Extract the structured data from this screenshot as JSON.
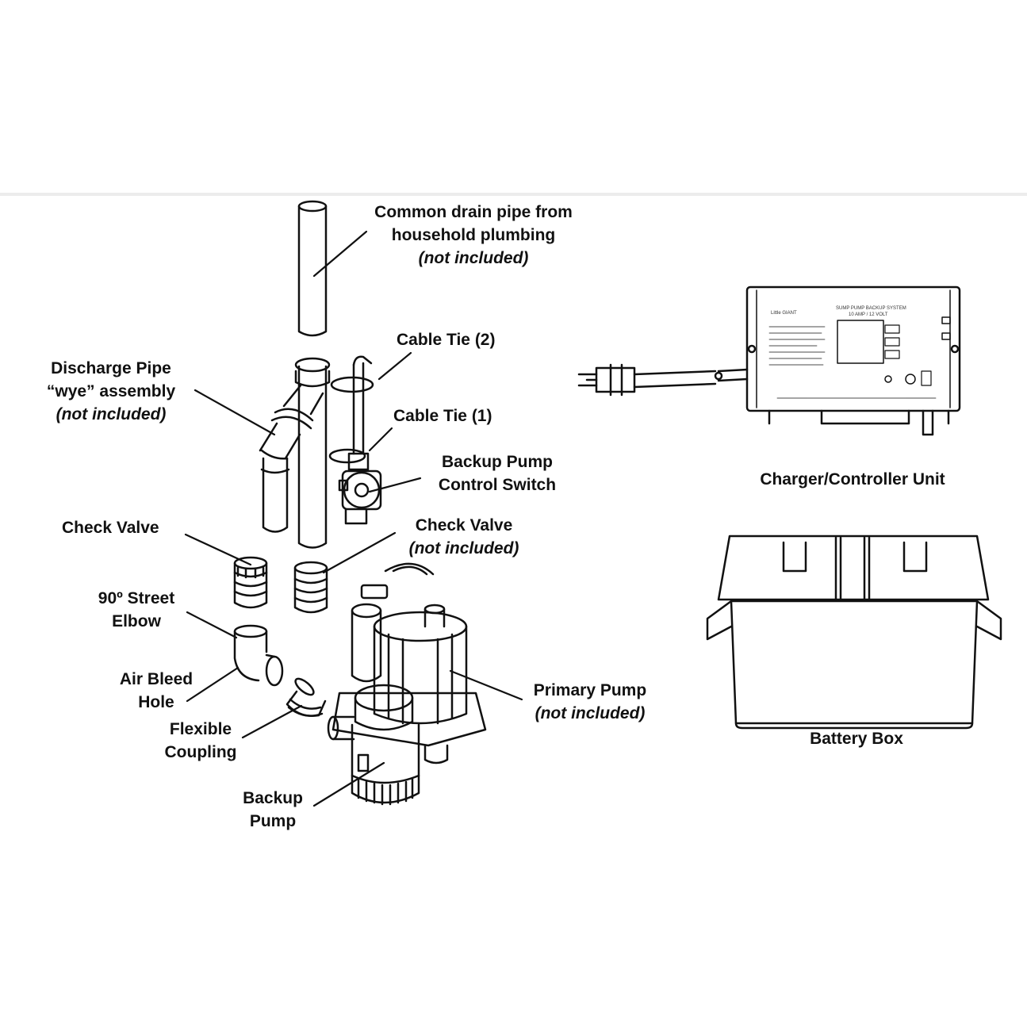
{
  "labels": {
    "common_drain": {
      "line1": "Common drain pipe from",
      "line2": "household plumbing",
      "line3": "(not included)"
    },
    "cable_tie_2": "Cable Tie (2)",
    "discharge_pipe": {
      "line1": "Discharge Pipe",
      "line2": "“wye” assembly",
      "line3": "(not included)"
    },
    "cable_tie_1": "Cable Tie (1)",
    "backup_switch": {
      "line1": "Backup Pump",
      "line2": "Control Switch"
    },
    "check_valve_left": "Check Valve",
    "check_valve_right": {
      "line1": "Check Valve",
      "line2": "(not included)"
    },
    "street_elbow": {
      "line1": "90º Street",
      "line2": "Elbow"
    },
    "air_bleed": {
      "line1": "Air Bleed",
      "line2": "Hole"
    },
    "flex_coupling": {
      "line1": "Flexible",
      "line2": "Coupling"
    },
    "primary_pump": {
      "line1": "Primary Pump",
      "line2": "(not included)"
    },
    "backup_pump": {
      "line1": "Backup",
      "line2": "Pump"
    },
    "charger": "Charger/Controller Unit",
    "battery_box": "Battery Box"
  },
  "controller_panel": {
    "brand": "Little GIANT",
    "title": "SUMP PUMP BACKUP SYSTEM",
    "rating": "10 AMP / 12 VOLT"
  }
}
